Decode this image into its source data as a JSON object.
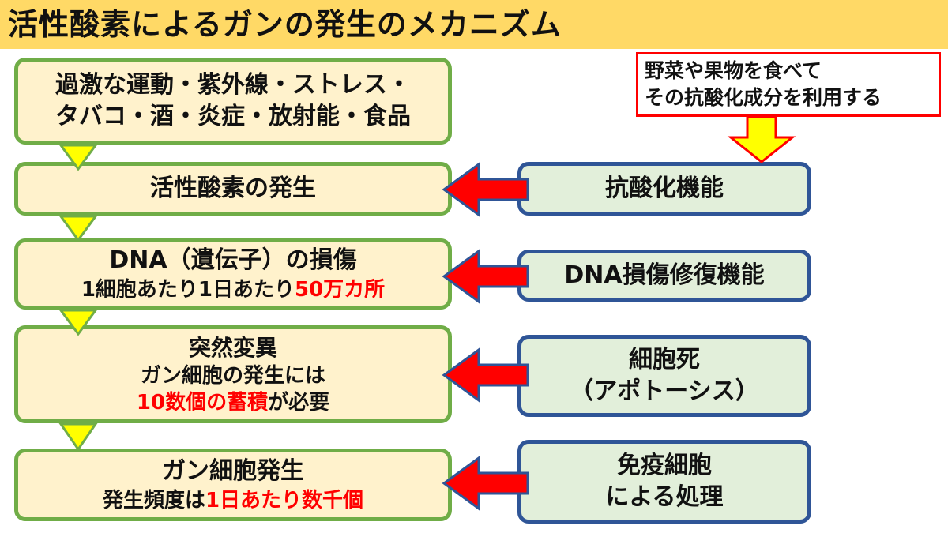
{
  "title": "活性酸素によるガンの発生のメカニズム",
  "note": {
    "lines": [
      "野菜や果物を食べて",
      "その抗酸化成分を利用する"
    ]
  },
  "causes": {
    "lines": [
      "過激な運動・紫外線・ストレス・",
      "タバコ・酒・炎症・放射能・食品"
    ]
  },
  "steps": [
    {
      "title": "活性酸素の発生"
    },
    {
      "title": "DNA（遺伝子）の損傷",
      "detail_prefix": "1細胞あたり1日あたり",
      "detail_highlight": "50万カ所"
    },
    {
      "title": "突然変異",
      "detail_line1": "ガン細胞の発生には",
      "detail_highlight": "10数個の蓄積",
      "detail_suffix": "が必要"
    },
    {
      "title": "ガン細胞発生",
      "detail_prefix": "発生頻度は",
      "detail_highlight": "1日あたり数千個"
    }
  ],
  "defenses": [
    {
      "lines": [
        "抗酸化機能"
      ]
    },
    {
      "lines": [
        "DNA損傷修復機能"
      ]
    },
    {
      "lines": [
        "細胞死",
        "（アポトーシス）"
      ]
    },
    {
      "lines": [
        "免疫細胞",
        "による処理"
      ]
    }
  ],
  "colors": {
    "title_bar": "#ffd966",
    "left_box_fill": "#fff2cc",
    "left_box_border": "#70ad47",
    "right_box_fill": "#e2efda",
    "right_box_border": "#2f5597",
    "arrow_fill": "#ff0000",
    "arrow_border": "#2f5597",
    "flow_triangle_fill": "#ffff00",
    "flow_triangle_border": "#70ad47",
    "note_border": "#ff0000",
    "note_arrow_fill": "#ffff00",
    "highlight_text": "#ff0000"
  }
}
